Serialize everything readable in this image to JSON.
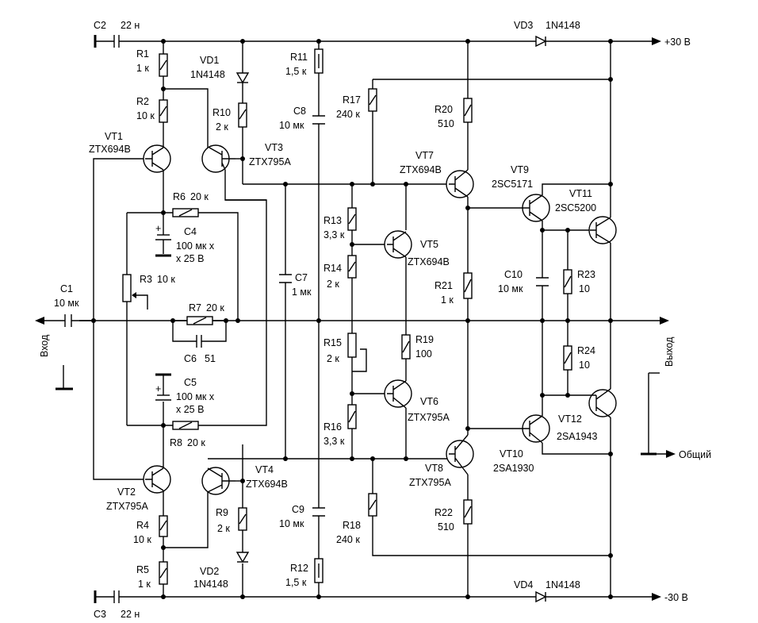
{
  "rails": {
    "pos": "+30 В",
    "neg": "-30 В"
  },
  "io": {
    "input": "Вход",
    "output": "Выход",
    "ground": "Общий"
  },
  "colors": {
    "ink": "#000000",
    "paper": "#ffffff"
  },
  "components": {
    "C1": {
      "ref": "C1",
      "value": "10 мк"
    },
    "C2": {
      "ref": "C2",
      "value": "22 н"
    },
    "C3": {
      "ref": "C3",
      "value": "22 н"
    },
    "C4": {
      "ref": "C4",
      "value1": "100 мк х",
      "value2": "х 25 В"
    },
    "C5": {
      "ref": "C5",
      "value1": "100 мк х",
      "value2": "х 25 В"
    },
    "C6": {
      "ref": "C6",
      "value": "51"
    },
    "C7": {
      "ref": "C7",
      "value": "1 мк"
    },
    "C8": {
      "ref": "C8",
      "value": "10 мк"
    },
    "C9": {
      "ref": "C9",
      "value": "10 мк"
    },
    "C10": {
      "ref": "C10",
      "value": "10 мк"
    },
    "R1": {
      "ref": "R1",
      "value": "1 к"
    },
    "R2": {
      "ref": "R2",
      "value": "10 к"
    },
    "R3": {
      "ref": "R3",
      "value": "10 к"
    },
    "R4": {
      "ref": "R4",
      "value": "10 к"
    },
    "R5": {
      "ref": "R5",
      "value": "1 к"
    },
    "R6": {
      "ref": "R6",
      "value": "20 к"
    },
    "R7": {
      "ref": "R7",
      "value": "20 к"
    },
    "R8": {
      "ref": "R8",
      "value": "20 к"
    },
    "R9": {
      "ref": "R9",
      "value": "2 к"
    },
    "R10": {
      "ref": "R10",
      "value": "2 к"
    },
    "R11": {
      "ref": "R11",
      "value": "1,5 к"
    },
    "R12": {
      "ref": "R12",
      "value": "1,5 к"
    },
    "R13": {
      "ref": "R13",
      "value": "3,3 к"
    },
    "R14": {
      "ref": "R14",
      "value": "2 к"
    },
    "R15": {
      "ref": "R15",
      "value": "2 к"
    },
    "R16": {
      "ref": "R16",
      "value": "3,3 к"
    },
    "R17": {
      "ref": "R17",
      "value": "240 к"
    },
    "R18": {
      "ref": "R18",
      "value": "240 к"
    },
    "R19": {
      "ref": "R19",
      "value": "100"
    },
    "R20": {
      "ref": "R20",
      "value": "510"
    },
    "R21": {
      "ref": "R21",
      "value": "1 к"
    },
    "R22": {
      "ref": "R22",
      "value": "510"
    },
    "R23": {
      "ref": "R23",
      "value": "10"
    },
    "R24": {
      "ref": "R24",
      "value": "10"
    },
    "VD1": {
      "ref": "VD1",
      "value": "1N4148"
    },
    "VD2": {
      "ref": "VD2",
      "value": "1N4148"
    },
    "VD3": {
      "ref": "VD3",
      "value": "1N4148"
    },
    "VD4": {
      "ref": "VD4",
      "value": "1N4148"
    },
    "VT1": {
      "ref": "VT1",
      "value": "ZTX694B"
    },
    "VT2": {
      "ref": "VT2",
      "value": "ZTX795A"
    },
    "VT3": {
      "ref": "VT3",
      "value": "ZTX795A"
    },
    "VT4": {
      "ref": "VT4",
      "value": "ZTX694B"
    },
    "VT5": {
      "ref": "VT5",
      "value": "ZTX694B"
    },
    "VT6": {
      "ref": "VT6",
      "value": "ZTX795A"
    },
    "VT7": {
      "ref": "VT7",
      "value": "ZTX694B"
    },
    "VT8": {
      "ref": "VT8",
      "value": "ZTX795A"
    },
    "VT9": {
      "ref": "VT9",
      "value": "2SC5171"
    },
    "VT10": {
      "ref": "VT10",
      "value": "2SA1930"
    },
    "VT11": {
      "ref": "VT11",
      "value": "2SC5200"
    },
    "VT12": {
      "ref": "VT12",
      "value": "2SA1943"
    }
  }
}
